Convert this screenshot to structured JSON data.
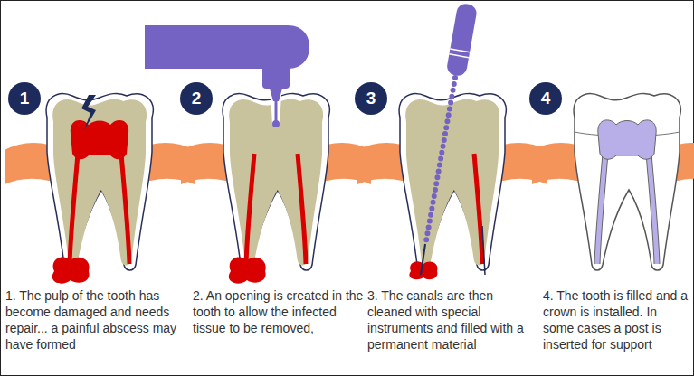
{
  "diagram": {
    "nodes": [
      {
        "text": [
          "1"
        ]
      },
      {
        "text": [
          "2"
        ]
      },
      {
        "text": [
          "3"
        ]
      },
      {
        "text": [
          "4"
        ]
      }
    ],
    "labels": [
      "1. The pulp of the tooth has become damaged and needs repair... a painful abscess may have formed",
      "2. An opening is created in the tooth to allow the infected tissue to be removed,",
      "3. The canals are then cleaned with special instruments and filled with a permanent material",
      "4. The tooth is filled and a crown is installed. In some cases a post is inserted for support"
    ]
  }
}
